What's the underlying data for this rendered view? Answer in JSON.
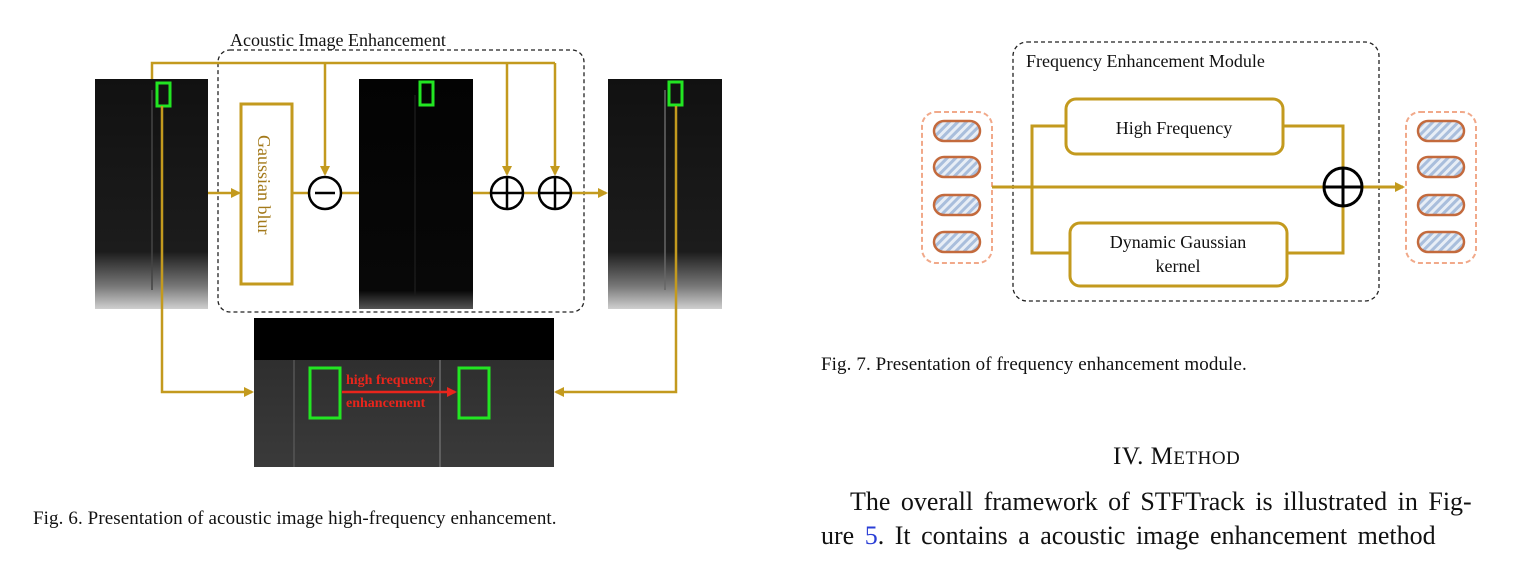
{
  "fig6": {
    "enhancement_box_title": "Acoustic Image Enhancement",
    "blur_label": "Gaussian blur",
    "overlay_label_line1": "high frequency",
    "overlay_label_line2": "enhancement",
    "caption": "Fig. 6.  Presentation of acoustic image high-frequency enhancement."
  },
  "fig7": {
    "module_title": "Frequency Enhancement Module",
    "high_freq_label": "High Frequency",
    "gauss_label_line1": "Dynamic Gaussian",
    "gauss_label_line2": "kernel",
    "caption": "Fig. 7.  Presentation of frequency enhancement module."
  },
  "section": {
    "number": "IV.",
    "title_first": "M",
    "title_rest": "ETHOD"
  },
  "body": {
    "line1": "The overall framework of STFTrack is illustrated in Fig-",
    "line2_before": "ure ",
    "line2_ref": "5",
    "line2_after": ". It contains a acoustic image enhancement method"
  },
  "colors": {
    "arrow": "#C39A1E",
    "box_green": "#22E622",
    "overlay_red": "#E8251C",
    "token_fill": "#F3C2A3",
    "token_border": "#C36A3D",
    "token_hatch": "#A9BEDC",
    "link": "#2b3fd6"
  }
}
